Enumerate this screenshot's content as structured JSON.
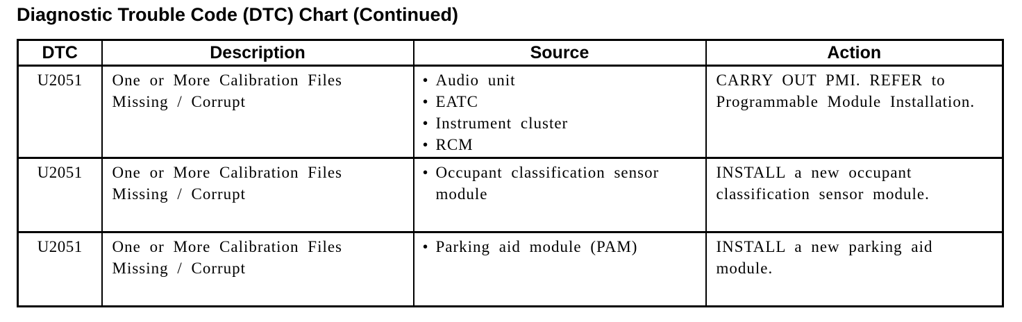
{
  "page": {
    "title": "Diagnostic Trouble Code (DTC) Chart (Continued)"
  },
  "table": {
    "headers": [
      "DTC",
      "Description",
      "Source",
      "Action"
    ],
    "rows": [
      {
        "dtc": "U2051",
        "description": "One or More Calibration Files Missing / Corrupt",
        "source": [
          "Audio unit",
          "EATC",
          "Instrument cluster",
          "RCM"
        ],
        "action": "CARRY OUT PMI. REFER to Programmable Module Installation."
      },
      {
        "dtc": "U2051",
        "description": "One or More Calibration Files Missing / Corrupt",
        "source": [
          "Occupant classification sensor module"
        ],
        "action": "INSTALL a new occupant classification sensor module."
      },
      {
        "dtc": "U2051",
        "description": "One or More Calibration Files Missing / Corrupt",
        "source": [
          "Parking aid module (PAM)"
        ],
        "action": "INSTALL a new parking aid module."
      }
    ]
  }
}
